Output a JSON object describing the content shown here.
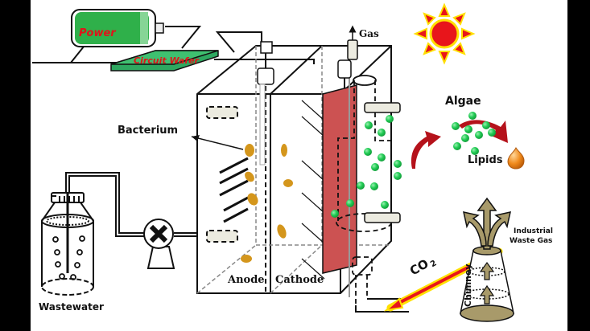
{
  "diagram": {
    "title": "Microbial fuel cell with algae cathode",
    "labels": {
      "power": "Power",
      "circuit_wafer": "Circuit Wafer",
      "gas": "Gas",
      "algae": "Algae",
      "lipids": "Lipids",
      "bacterium": "Bacterium",
      "anode": "Anode",
      "cathode": "Cathode",
      "wastewater": "Wastewater",
      "co2": "CO",
      "co2_sub": "2",
      "industrial_waste_gas_1": "Industrial",
      "industrial_waste_gas_2": "Waste Gas",
      "chimney": "Chimney"
    },
    "colors": {
      "battery_green": "#2fb04a",
      "wafer_green": "#2ea860",
      "label_red": "#e0141a",
      "sun_red": "#e8151b",
      "sun_yellow": "#ffe000",
      "cathode_red": "#cc5252",
      "algae_green": "#22cc55",
      "bacterium_orange": "#d4961c",
      "lipid_orange": "#f08a1c",
      "arrow_red": "#b5121b",
      "chimney_olive": "#a89a6a"
    }
  }
}
